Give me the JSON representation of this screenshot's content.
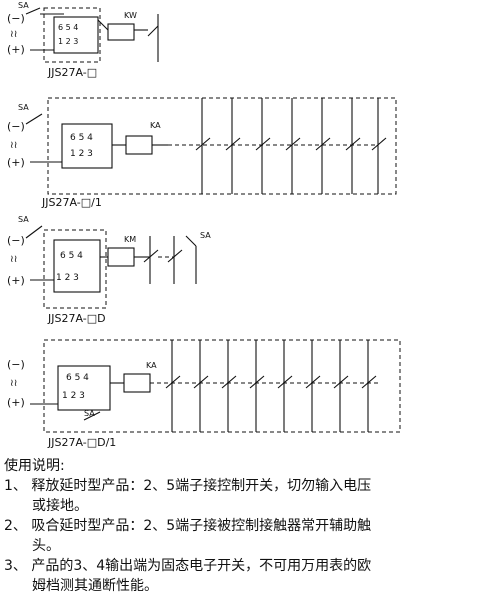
{
  "labels": {
    "sa": "SA",
    "minus": "(−)",
    "tilde": "≀≀",
    "plus": "(+)",
    "kw": "KW",
    "ka": "KA",
    "km": "KM",
    "pin_row_top": "6 5 4",
    "pin_row_bottom": "1 2 3",
    "pin_row_bottom_alt": "1   2 3"
  },
  "diagrams": {
    "d1": {
      "model": "JJS27A-□"
    },
    "d2": {
      "model": "JJS27A-□/1"
    },
    "d3": {
      "model": "JJS27A-□D"
    },
    "d4": {
      "model": "JJS27A-□D/1"
    }
  },
  "notes": {
    "heading": "使用说明:",
    "item1_line1": "1、 释放延时型产品：2、5端子接控制开关，切勿输入电压",
    "item1_line2": "或接地。",
    "item2_line1": "2、 吸合延时型产品：2、5端子接被控制接触器常开辅助触",
    "item2_line2": "头。",
    "item3_line1": "3、 产品的3、4输出端为固态电子开关，不可用万用表的欧",
    "item3_line2": "姆档测其通断性能。"
  }
}
